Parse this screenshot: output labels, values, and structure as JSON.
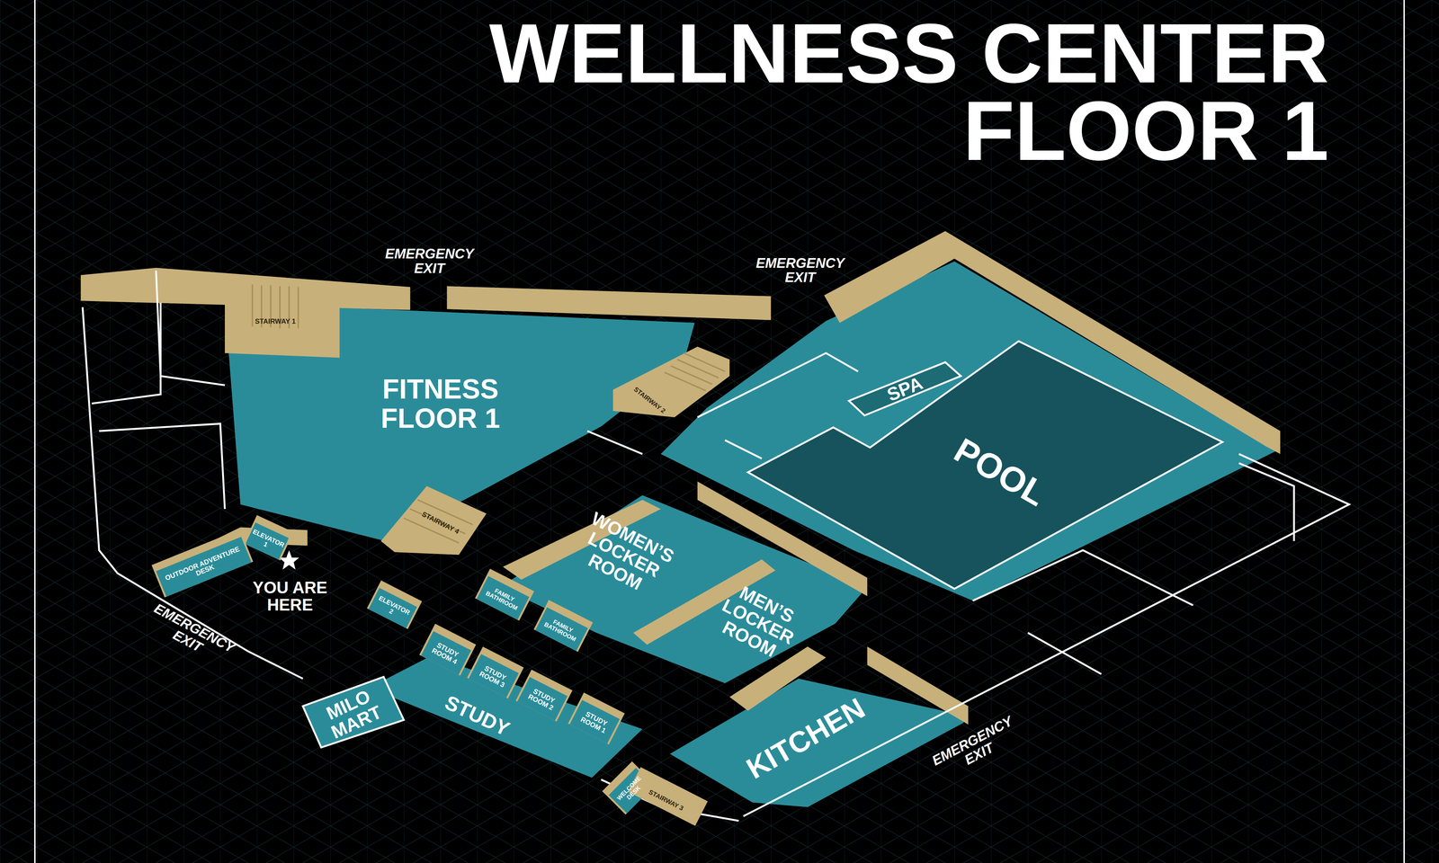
{
  "diagram": {
    "title": "WELLNESS CENTER FLOOR 1",
    "nodes": [
      {
        "text": [
          "FITNESS FLOOR 1"
        ]
      },
      {
        "text": [
          "STAIRWAY 1"
        ]
      },
      {
        "text": [
          "STAIRWAY 2"
        ]
      },
      {
        "text": [
          "SPA"
        ]
      },
      {
        "text": [
          "POOL"
        ]
      },
      {
        "text": [
          "STAIRWAY 4"
        ]
      },
      {
        "text": [
          "ELEVATOR 1"
        ]
      },
      {
        "text": [
          "OUTDOOR ADVENTURE DESK"
        ]
      },
      {
        "text": [
          "WOMEN’S LOCKER ROOM"
        ]
      },
      {
        "text": [
          "FAMILY BATHROOM"
        ]
      },
      {
        "text": [
          "FAMILY BATHROOM"
        ]
      },
      {
        "text": [
          "ELEVATOR 2"
        ]
      },
      {
        "text": [
          "MEN’S LOCKER ROOM"
        ]
      },
      {
        "text": [
          "STUDY ROOM 4"
        ]
      },
      {
        "text": [
          "STUDY ROOM 3"
        ]
      },
      {
        "text": [
          "STUDY ROOM 2"
        ]
      },
      {
        "text": [
          "STUDY ROOM 1"
        ]
      },
      {
        "text": [
          "MILO MART"
        ]
      },
      {
        "text": [
          "STUDY"
        ]
      },
      {
        "text": [
          "KITCHEN"
        ]
      },
      {
        "text": [
          "WELCOME DESK"
        ]
      },
      {
        "text": [
          "STAIRWAY 3"
        ]
      }
    ],
    "labels": [
      "EMERGENCY EXIT",
      "EMERGENCY EXIT",
      "EMERGENCY EXIT",
      "EMERGENCY EXIT",
      "YOU ARE HERE"
    ]
  }
}
